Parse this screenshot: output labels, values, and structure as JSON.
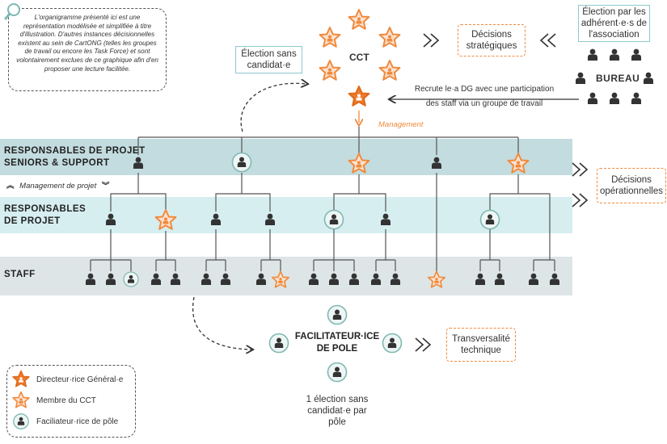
{
  "note": {
    "text": "L'organigramme présenté ici est une représentation modélisée et simplifiée à titre d'illustration. D'autres instances décisionnelles existent au sein de CartONG (telles les groupes de travail ou encore les Task Force) et sont volontairement exclues de ce graphique afin d'en proposer une lecture facilitée."
  },
  "cct": {
    "label": "CCT",
    "election_box": "Élection sans candidat·e",
    "management_label": "Management"
  },
  "decisions": {
    "strategic": "Décisions stratégiques",
    "operational": "Décisions opérationnelles",
    "transversal": "Transversalité technique"
  },
  "bureau": {
    "label": "BUREAU",
    "election_box": "Élection par les adhérent·e·s de l'association",
    "recruit_text_line1": "Recrute le·a DG avec une participation",
    "recruit_text_line2": "des staff via un groupe de travail"
  },
  "rows": {
    "seniors_line1": "RESPONSABLES DE PROJET",
    "seniors_line2": "SENIORS & SUPPORT",
    "managers_line1": "RESPONSABLES",
    "managers_line2": "DE PROJET",
    "staff": "STAFF",
    "management_between": "Management de projet"
  },
  "facilitator": {
    "label_line1": "FACILITATEUR·ICE",
    "label_line2": "DE POLE",
    "election_text": "1 élection sans candidat·e par pôle"
  },
  "legend": {
    "dg": "Directeur·rice Général·e",
    "cct_member": "Membre du CCT",
    "facilitator": "Faciliateur·rice de pôle"
  },
  "colors": {
    "orange": "#f08a3c",
    "teal_band_dark": "#c3dcdf",
    "teal_band_light": "#d6eef0",
    "grey_band": "#dde5e6",
    "person": "#333333",
    "facilitator_ring": "#7fb8b2"
  }
}
